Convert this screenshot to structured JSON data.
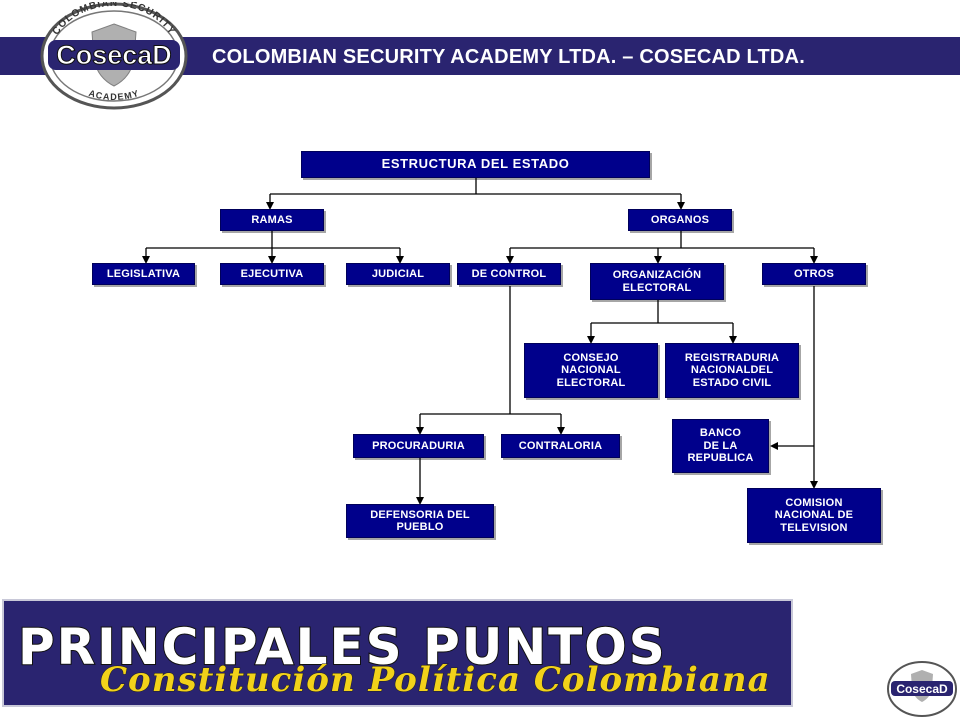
{
  "header": {
    "title": "COLOMBIAN SECURITY ACADEMY LTDA. – COSECAD LTDA.",
    "logo": {
      "top_text": "COLOMBIAN SECURITY",
      "brand": "CosecaD",
      "bottom_text": "ACADEMY",
      "icon": "shield-logo-icon"
    }
  },
  "diagram": {
    "nodes": {
      "estructura": "ESTRUCTURA DEL ESTADO",
      "ramas": "RAMAS",
      "organos": "ORGANOS",
      "legislativa": "LEGISLATIVA",
      "ejecutiva": "EJECUTIVA",
      "judicial": "JUDICIAL",
      "de_control": "DE CONTROL",
      "org_electoral": "ORGANIZACIÓN\nELECTORAL",
      "otros": "OTROS",
      "consejo": "CONSEJO\nNACIONAL\nELECTORAL",
      "registraduria": "REGISTRADURIA\nNACIONALDEL\nESTADO CIVIL",
      "banco": "BANCO\nDE LA\nREPUBLICA",
      "procuraduria": "PROCURADURIA",
      "contraloria": "CONTRALORIA",
      "defensoria": "DEFENSORIA DEL\nPUEBLO",
      "comision": "COMISION\nNACIONAL DE\nTELEVISION"
    },
    "colors": {
      "node": "#00008b",
      "node_text": "#ffffff",
      "connector": "#000000"
    }
  },
  "banner": {
    "title": "PRINCIPALES PUNTOS",
    "subtitle": "Constitución Política Colombiana"
  },
  "colors": {
    "header_bar": "#2a2470",
    "banner_bg": "#2a2470",
    "subtitle": "#f2d21a"
  }
}
